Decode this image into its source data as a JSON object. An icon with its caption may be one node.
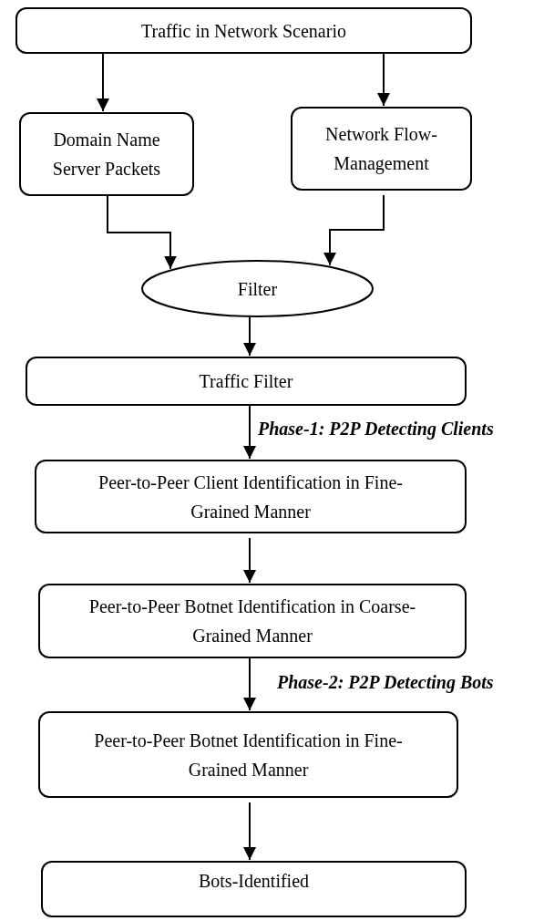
{
  "diagram": {
    "nodes": [
      {
        "text": [
          "Traffic in Network Scenario"
        ]
      },
      {
        "text": [
          "Domain Name Server Packets"
        ]
      },
      {
        "text": [
          "Network Flow-Management"
        ]
      },
      {
        "text": [
          "Filter"
        ]
      },
      {
        "text": [
          "Traffic Filter"
        ]
      },
      {
        "text": [
          "Peer-to-Peer Client Identification in Fine-Grained Manner"
        ]
      },
      {
        "text": [
          "Peer-to-Peer Botnet Identification in Coarse-Grained Manner"
        ]
      },
      {
        "text": [
          "Peer-to-Peer Botnet Identification in Fine-Grained Manner"
        ]
      },
      {
        "text": [
          "Bots-Identified"
        ]
      }
    ],
    "edges": [
      {
        "from": 0,
        "to": 1,
        "arrow": "to"
      },
      {
        "from": 0,
        "to": 2,
        "arrow": "to"
      },
      {
        "from": 1,
        "to": 3,
        "arrow": "to"
      },
      {
        "from": 2,
        "to": 3,
        "arrow": "to"
      },
      {
        "from": 3,
        "to": 4,
        "arrow": "to"
      },
      {
        "from": 4,
        "to": 5,
        "arrow": "to",
        "label": "Phase-1: P2P Detecting Clients"
      },
      {
        "from": 5,
        "to": 6,
        "arrow": "to"
      },
      {
        "from": 6,
        "to": 7,
        "arrow": "to",
        "label": "Phase-2: P2P Detecting Bots"
      },
      {
        "from": 7,
        "to": 8,
        "arrow": "to"
      }
    ]
  }
}
